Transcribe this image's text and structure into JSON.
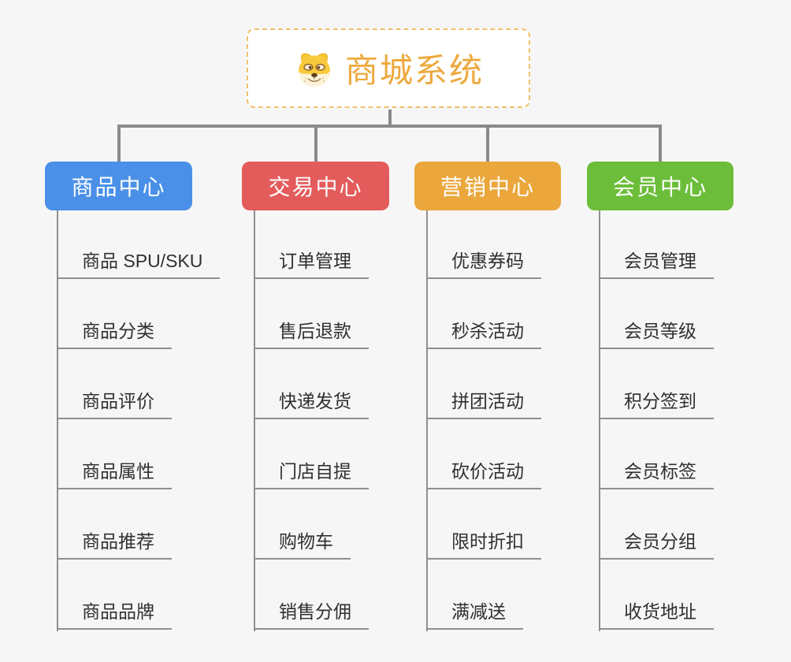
{
  "root": {
    "label": "商城系统",
    "icon": "dog-face-icon"
  },
  "branches": [
    {
      "label": "商品中心",
      "color": "#4a90e8",
      "children": [
        "商品 SPU/SKU",
        "商品分类",
        "商品评价",
        "商品属性",
        "商品推荐",
        "商品品牌"
      ]
    },
    {
      "label": "交易中心",
      "color": "#e45b5b",
      "children": [
        "订单管理",
        "售后退款",
        "快递发货",
        "门店自提",
        "购物车",
        "销售分佣"
      ]
    },
    {
      "label": "营销中心",
      "color": "#eba73c",
      "children": [
        "优惠券码",
        "秒杀活动",
        "拼团活动",
        "砍价活动",
        "限时折扣",
        "满减送"
      ]
    },
    {
      "label": "会员中心",
      "color": "#6cbe3a",
      "children": [
        "会员管理",
        "会员等级",
        "积分签到",
        "会员标签",
        "会员分组",
        "收货地址"
      ]
    }
  ],
  "colors": {
    "background": "#f6f6f6",
    "connector": "#8a8a8a",
    "leaf_line": "#8f8f8f",
    "leaf_text": "#303030",
    "root_text": "#eda93e",
    "root_border": "#f0c264"
  }
}
